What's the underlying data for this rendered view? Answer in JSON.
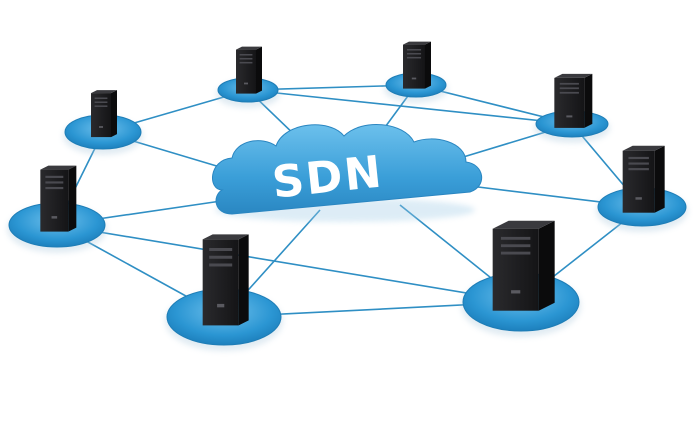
{
  "diagram": {
    "center_label": "SDN",
    "colors": {
      "link": "#2f8fc4",
      "disc_fill": "#2b96d3",
      "disc_rim": "#1e7db6",
      "cloud_fill": "#3a9ed8",
      "server_front": "#1c1c1e",
      "server_side": "#0b0b0c"
    },
    "nodes": [
      {
        "name": "node-top-left",
        "icon": "server-icon"
      },
      {
        "name": "node-top-mid-left",
        "icon": "server-icon"
      },
      {
        "name": "node-top-mid-right",
        "icon": "server-icon"
      },
      {
        "name": "node-top-right",
        "icon": "server-icon"
      },
      {
        "name": "node-left",
        "icon": "server-icon"
      },
      {
        "name": "node-right",
        "icon": "server-icon"
      },
      {
        "name": "node-bottom-left",
        "icon": "server-icon"
      },
      {
        "name": "node-bottom-right",
        "icon": "server-icon"
      }
    ]
  }
}
